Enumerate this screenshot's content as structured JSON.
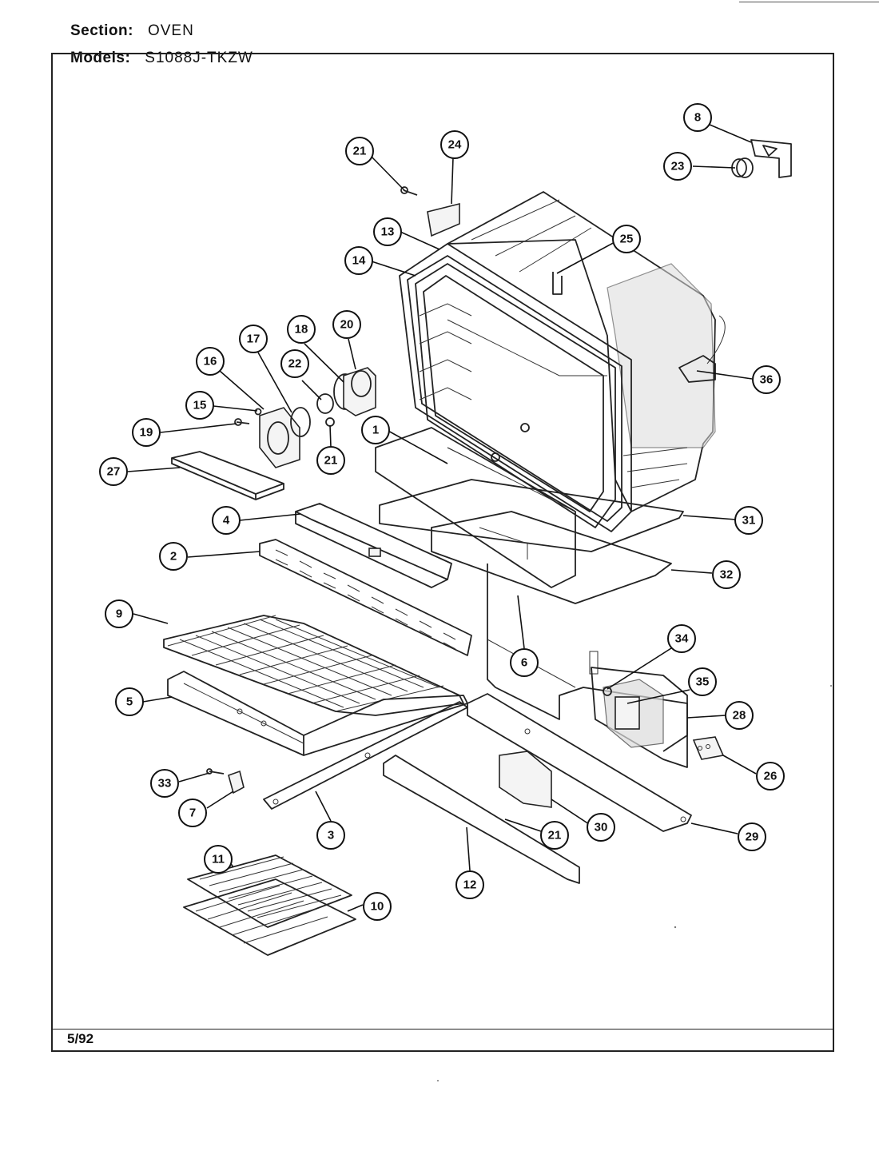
{
  "header": {
    "section_label": "Section:",
    "section_value": "OVEN",
    "models_label": "Models:",
    "models_value": "S1088J-TKZW"
  },
  "footer": {
    "date": "5/92"
  },
  "callouts": [
    {
      "id": "c21a",
      "label": "21"
    },
    {
      "id": "c24",
      "label": "24"
    },
    {
      "id": "c8",
      "label": "8"
    },
    {
      "id": "c23",
      "label": "23"
    },
    {
      "id": "c13",
      "label": "13"
    },
    {
      "id": "c25",
      "label": "25"
    },
    {
      "id": "c14",
      "label": "14"
    },
    {
      "id": "c20",
      "label": "20"
    },
    {
      "id": "c18",
      "label": "18"
    },
    {
      "id": "c17",
      "label": "17"
    },
    {
      "id": "c16",
      "label": "16"
    },
    {
      "id": "c22",
      "label": "22"
    },
    {
      "id": "c15",
      "label": "15"
    },
    {
      "id": "c19",
      "label": "19"
    },
    {
      "id": "c21b",
      "label": "21"
    },
    {
      "id": "c36",
      "label": "36"
    },
    {
      "id": "c1",
      "label": "1"
    },
    {
      "id": "c27",
      "label": "27"
    },
    {
      "id": "c4",
      "label": "4"
    },
    {
      "id": "c31",
      "label": "31"
    },
    {
      "id": "c2",
      "label": "2"
    },
    {
      "id": "c32",
      "label": "32"
    },
    {
      "id": "c9",
      "label": "9"
    },
    {
      "id": "c6",
      "label": "6"
    },
    {
      "id": "c34",
      "label": "34"
    },
    {
      "id": "c35",
      "label": "35"
    },
    {
      "id": "c5",
      "label": "5"
    },
    {
      "id": "c28",
      "label": "28"
    },
    {
      "id": "c26",
      "label": "26"
    },
    {
      "id": "c33",
      "label": "33"
    },
    {
      "id": "c7",
      "label": "7"
    },
    {
      "id": "c3",
      "label": "3"
    },
    {
      "id": "c21c",
      "label": "21"
    },
    {
      "id": "c30",
      "label": "30"
    },
    {
      "id": "c29",
      "label": "29"
    },
    {
      "id": "c11",
      "label": "11"
    },
    {
      "id": "c10",
      "label": "10"
    },
    {
      "id": "c12",
      "label": "12"
    }
  ]
}
